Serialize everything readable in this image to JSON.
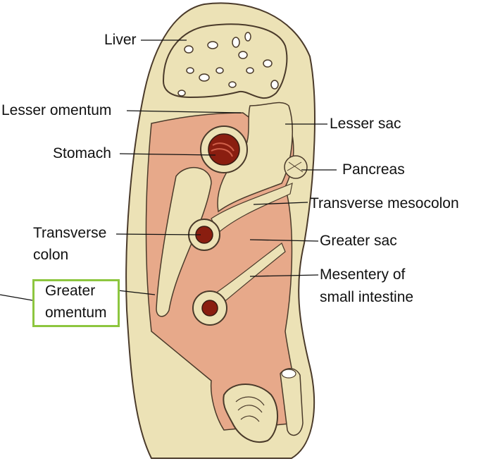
{
  "diagram": {
    "labels": {
      "liver": "Liver",
      "lesser_omentum": "Lesser omentum",
      "stomach": "Stomach",
      "transverse_colon_line1": "Transverse",
      "transverse_colon_line2": "colon",
      "greater_omentum_line1": "Greater",
      "greater_omentum_line2": "omentum",
      "lesser_sac": "Lesser sac",
      "pancreas": "Pancreas",
      "transverse_mesocolon": "Transverse mesocolon",
      "greater_sac": "Greater sac",
      "mesentery_line1": "Mesentery of",
      "mesentery_line2": "small intestine"
    },
    "colors": {
      "peritoneal_cavity": "#e7a98a",
      "body_wall": "#ece2b6",
      "outline": "#4a3a2a",
      "lumen": "#8a1e10",
      "highlight_box": "#8dc63f"
    }
  }
}
